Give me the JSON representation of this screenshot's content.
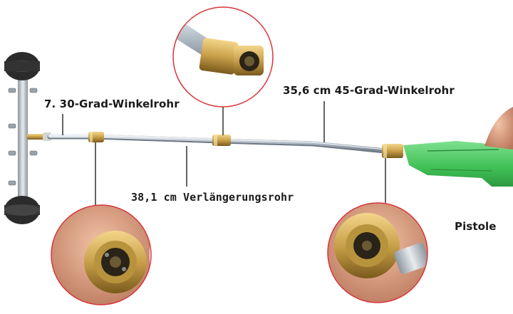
{
  "labels": {
    "winkel30": "7. 30-Grad-Winkelrohr",
    "winkel45": "35,6 cm 45-Grad-Winkelrohr",
    "verlaengerung": "38,1 cm Verlängerungsrohr",
    "pistole": "Pistole"
  },
  "colors": {
    "circle_border": "#d9343b",
    "brass": "#c9a04a",
    "tube": "#9aa7b4",
    "gun": "#4fcf63",
    "skin": "#e0a98a"
  }
}
